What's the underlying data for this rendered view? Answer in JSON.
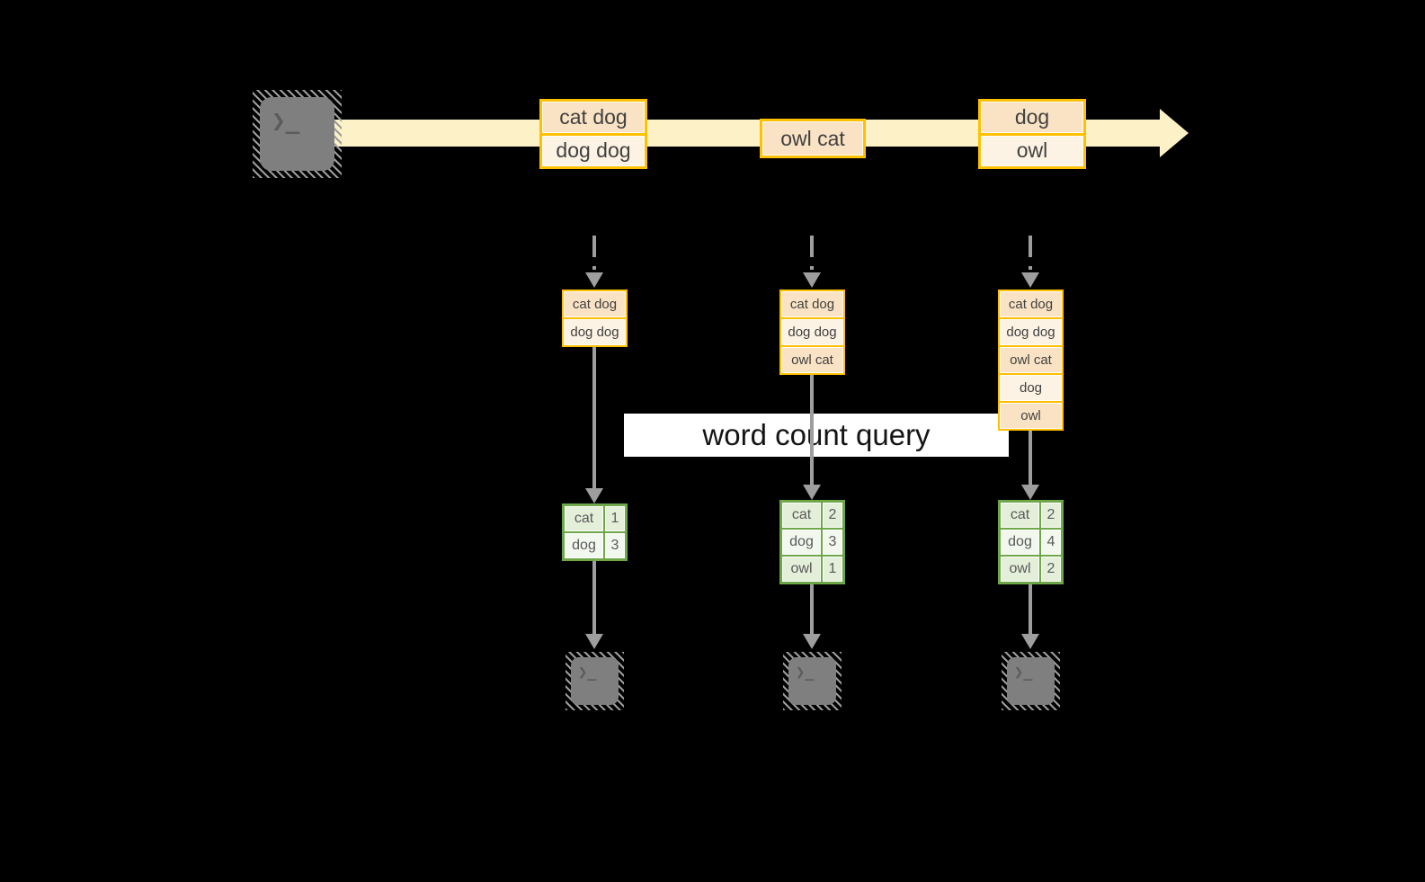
{
  "label": "word count query",
  "icons": {
    "prompt_glyph": "❯_"
  },
  "stream_events": [
    {
      "rows": [
        "cat dog",
        "dog dog"
      ]
    },
    {
      "rows": [
        "owl cat"
      ]
    },
    {
      "rows": [
        "dog",
        "owl"
      ]
    }
  ],
  "buffers": [
    {
      "rows": [
        "cat dog",
        "dog dog"
      ]
    },
    {
      "rows": [
        "cat dog",
        "dog dog",
        "owl cat"
      ]
    },
    {
      "rows": [
        "cat dog",
        "dog dog",
        "owl cat",
        "dog",
        "owl"
      ]
    }
  ],
  "counts": [
    {
      "rows": [
        [
          "cat",
          "1"
        ],
        [
          "dog",
          "3"
        ]
      ]
    },
    {
      "rows": [
        [
          "cat",
          "2"
        ],
        [
          "dog",
          "3"
        ],
        [
          "owl",
          "1"
        ]
      ]
    },
    {
      "rows": [
        [
          "cat",
          "2"
        ],
        [
          "dog",
          "4"
        ],
        [
          "owl",
          "2"
        ]
      ]
    }
  ],
  "colors": {
    "stream_band": "#FCF1C7",
    "record_border": "#FFC000",
    "record_fill_odd": "#FAE3C4",
    "record_fill_even": "#FDF3E4",
    "table_border": "#6EA747",
    "table_fill_odd": "#E4EFDA",
    "table_fill_even": "#F3F8EF",
    "arrow_gray": "#9E9E9E",
    "terminal_gray": "#7F7F7F",
    "background": "#000000"
  }
}
